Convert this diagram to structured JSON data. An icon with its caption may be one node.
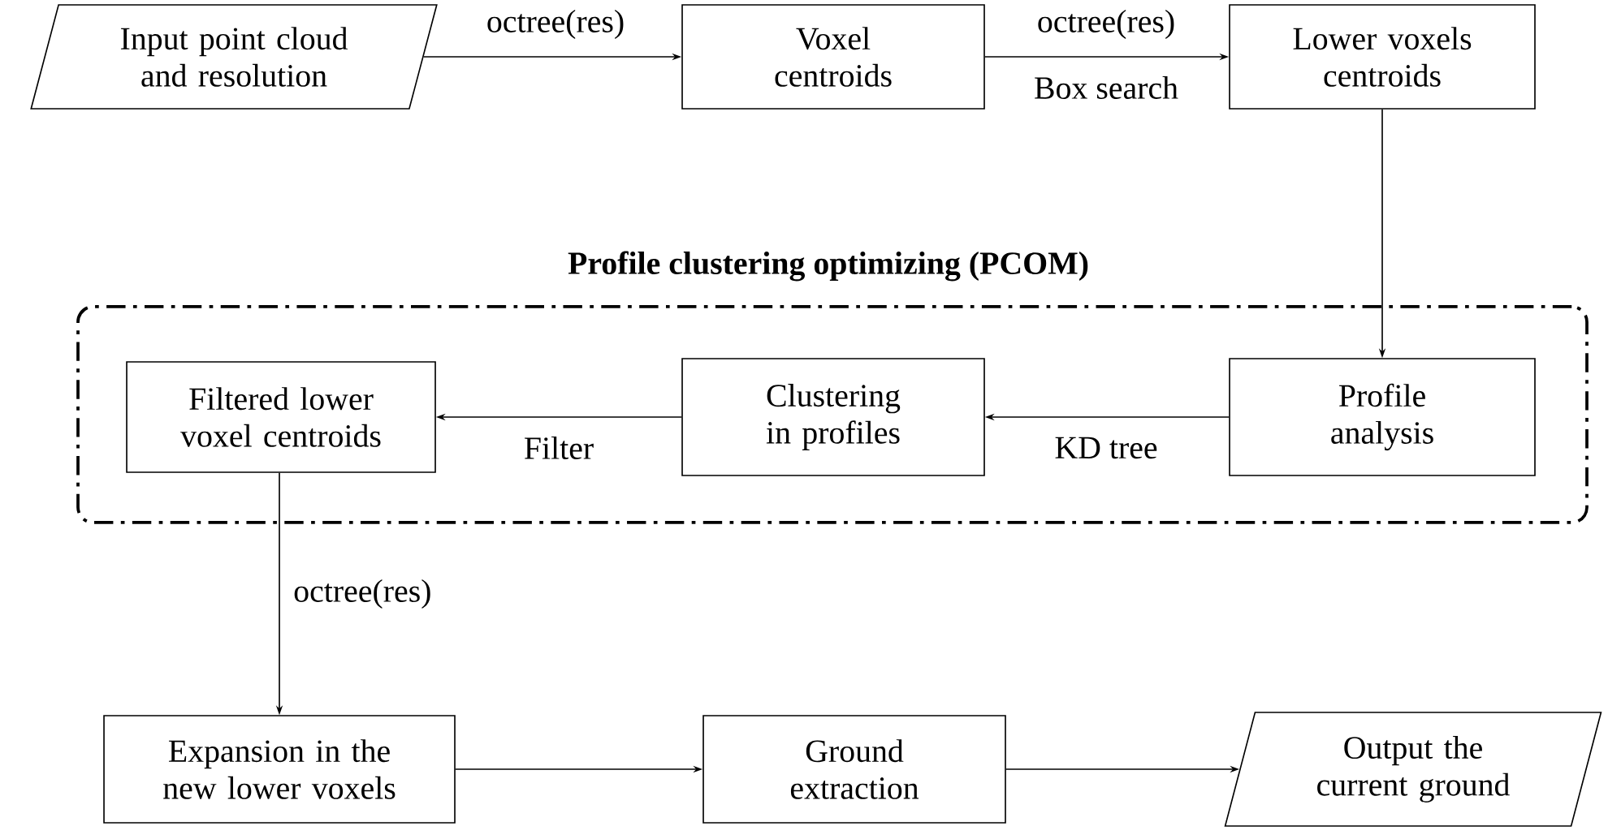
{
  "diagram": {
    "nodes": [
      {
        "text": [
          "Input point cloud and resolution"
        ]
      },
      {
        "text": [
          "Voxel centroids"
        ]
      },
      {
        "text": [
          "Lower voxels centroids"
        ]
      },
      {
        "text": [
          "Profile clustering optimizing (PCOM)"
        ]
      },
      {
        "text": [
          "Profile analysis"
        ],
        "in": 3
      },
      {
        "text": [
          "Clustering in profiles"
        ],
        "in": 3
      },
      {
        "text": [
          "Filtered lower voxel centroids"
        ],
        "in": 3
      },
      {
        "text": [
          "Expansion in the new lower voxels"
        ]
      },
      {
        "text": [
          "Ground extraction"
        ]
      },
      {
        "text": [
          "Output the current ground"
        ]
      }
    ],
    "edges": [
      {
        "from": 0,
        "to": 1,
        "arrow": "to",
        "label": "octree(res)"
      },
      {
        "from": 1,
        "to": 2,
        "arrow": "to",
        "label": "octree(res)"
      },
      {
        "from": 2,
        "to": 4,
        "arrow": "to"
      },
      {
        "from": 4,
        "to": 5,
        "arrow": "to",
        "label": "KD tree"
      },
      {
        "from": 5,
        "to": 6,
        "arrow": "to",
        "label": "Filter"
      },
      {
        "from": 6,
        "to": 7,
        "arrow": "to",
        "label": "octree(res)"
      },
      {
        "from": 7,
        "to": 8,
        "arrow": "to"
      },
      {
        "from": 8,
        "to": 9,
        "arrow": "to"
      }
    ],
    "labels": [
      "Box search"
    ]
  }
}
